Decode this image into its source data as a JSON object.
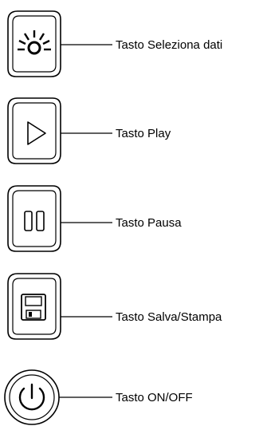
{
  "keys": [
    {
      "id": "select-data",
      "label": "Tasto Seleziona dati",
      "icon": "sun-select-icon"
    },
    {
      "id": "play",
      "label": "Tasto Play",
      "icon": "play-icon"
    },
    {
      "id": "pause",
      "label": "Tasto Pausa",
      "icon": "pause-icon"
    },
    {
      "id": "save-print",
      "label": "Tasto Salva/Stampa",
      "icon": "floppy-disk-icon"
    },
    {
      "id": "on-off",
      "label": "Tasto ON/OFF",
      "icon": "power-icon"
    }
  ]
}
